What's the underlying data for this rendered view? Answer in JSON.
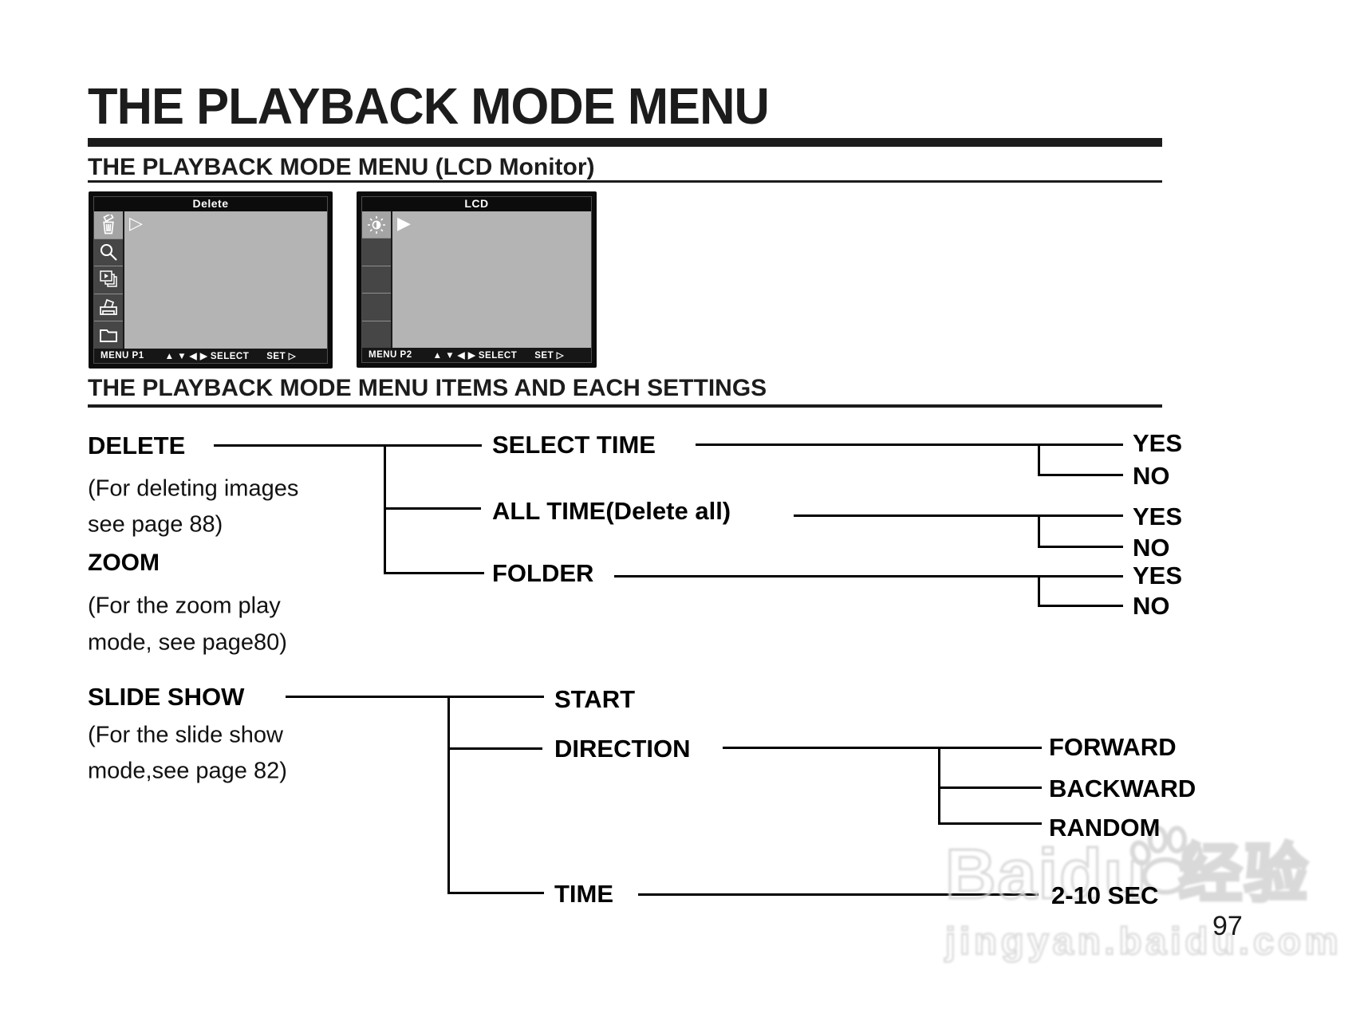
{
  "page": {
    "title": "THE PLAYBACK MODE MENU",
    "subtitle_lcd": "THE PLAYBACK MODE MENU (LCD Monitor)",
    "subtitle_items": "THE PLAYBACK MODE MENU ITEMS AND EACH SETTINGS",
    "page_number": "97"
  },
  "colors": {
    "screen_main_gray": "#b4b4b4",
    "screen_sidebar_gray": "#464646",
    "screen_highlight_gray": "#a4a4a4",
    "line_black": "#000000",
    "watermark_gray": "#d9d9d9"
  },
  "lcd_screens": [
    {
      "title": "Delete",
      "menu_label": "MENU P1",
      "nav_hint": "▲ ▼ ◀ ▶ SELECT",
      "set_hint": "SET ▷",
      "cursor": "▷",
      "icons": [
        "trash-icon",
        "magnifier-icon",
        "slideshow-icon",
        "printer-icon",
        "folder-icon"
      ]
    },
    {
      "title": "LCD",
      "menu_label": "MENU P2",
      "nav_hint": "▲ ▼ ◀ ▶ SELECT",
      "set_hint": "SET ▷",
      "cursor": "▶",
      "icons": [
        "brightness-icon"
      ]
    }
  ],
  "menu_tree": {
    "delete": {
      "label": "DELETE",
      "desc1": "(For deleting images",
      "desc2": "see page 88)"
    },
    "zoom": {
      "label": "ZOOM",
      "desc1": "(For the zoom play",
      "desc2": "mode, see page80)"
    },
    "slide_show": {
      "label": "SLIDE SHOW",
      "desc1": "(For the slide show",
      "desc2": "mode,see page 82)"
    },
    "delete_children": [
      {
        "label": "SELECT TIME",
        "options": [
          "YES",
          "NO"
        ]
      },
      {
        "label": "ALL TIME(Delete all)",
        "options": [
          "YES",
          "NO"
        ]
      },
      {
        "label": "FOLDER",
        "options": [
          "YES",
          "NO"
        ]
      }
    ],
    "slide_children": [
      {
        "label": "START",
        "options": []
      },
      {
        "label": "DIRECTION",
        "options": [
          "FORWARD",
          "BACKWARD",
          "RANDOM"
        ]
      },
      {
        "label": "TIME",
        "options": [
          "2-10 SEC"
        ]
      }
    ]
  },
  "watermark": {
    "logo": "Baidu",
    "logo_suffix": "经验",
    "url": "jingyan.baidu.com"
  }
}
